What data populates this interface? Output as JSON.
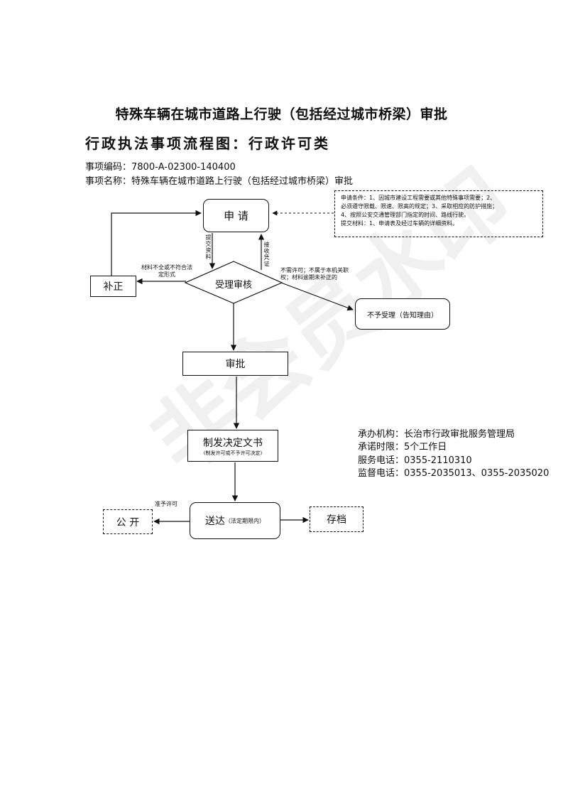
{
  "title": "特殊车辆在城市道路上行驶（包括经过城市桥梁）审批",
  "subtitle": "行政执法事项流程图：行政许可类",
  "item_code": "事项编码：7800-A-02300-140400",
  "item_name": "事项名称：特殊车辆在城市道路上行驶（包括经过城市桥梁）审批",
  "nodes": {
    "apply": "申  请",
    "supplement": "补正",
    "accept_review": "受理审核",
    "reject": "不予受理（告知理由）",
    "approve": "审批",
    "decision_main": "制发决定文书",
    "decision_sub": "(制发许可或不予许可决定)",
    "deliver_main": "送达",
    "deliver_sub": "（法定期限内）",
    "publish": "公 开",
    "archive": "存档"
  },
  "labels": {
    "submit_materials": "提交资料",
    "receive_certificate": "接收凭证",
    "incomplete": "材料不全或不符合法定形式",
    "reject_reason": "不需许可；不属于本机关职权；材料逾期未补正的",
    "grant": "准予许可"
  },
  "conditions": {
    "line1": "申请条件：1、因城市建设工程需要或其他特殊事项需要；2、",
    "line2": "必须遵守限载、限速、限高的规定；3、采取相应的防护措施；",
    "line3": "4、按照公安交通管理部门指定的时间、路线行驶。",
    "line4": "提交材料：1、申请表及经过车辆的详细资料。"
  },
  "info": {
    "agency": "承办机构：长治市行政审批服务管理局",
    "time_limit": "承诺时限：5个工作日",
    "service_phone": "服务电话：0355-2110310",
    "supervise_phone": "监督电话：0355-2035013、0355-2035020"
  },
  "watermark": "非会员水印"
}
